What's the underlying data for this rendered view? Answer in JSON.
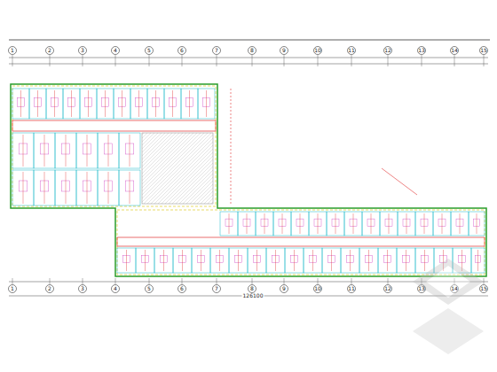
{
  "diagram": {
    "labels": [
      "1",
      "2",
      "3",
      "4",
      "5",
      "6",
      "7",
      "8",
      "9",
      "10",
      "11",
      "12",
      "13",
      "14",
      "15",
      "1",
      "2",
      "3",
      "4",
      "5",
      "6",
      "7",
      "8",
      "9",
      "10",
      "11",
      "12",
      "13",
      "14",
      "15",
      "126100"
    ]
  }
}
